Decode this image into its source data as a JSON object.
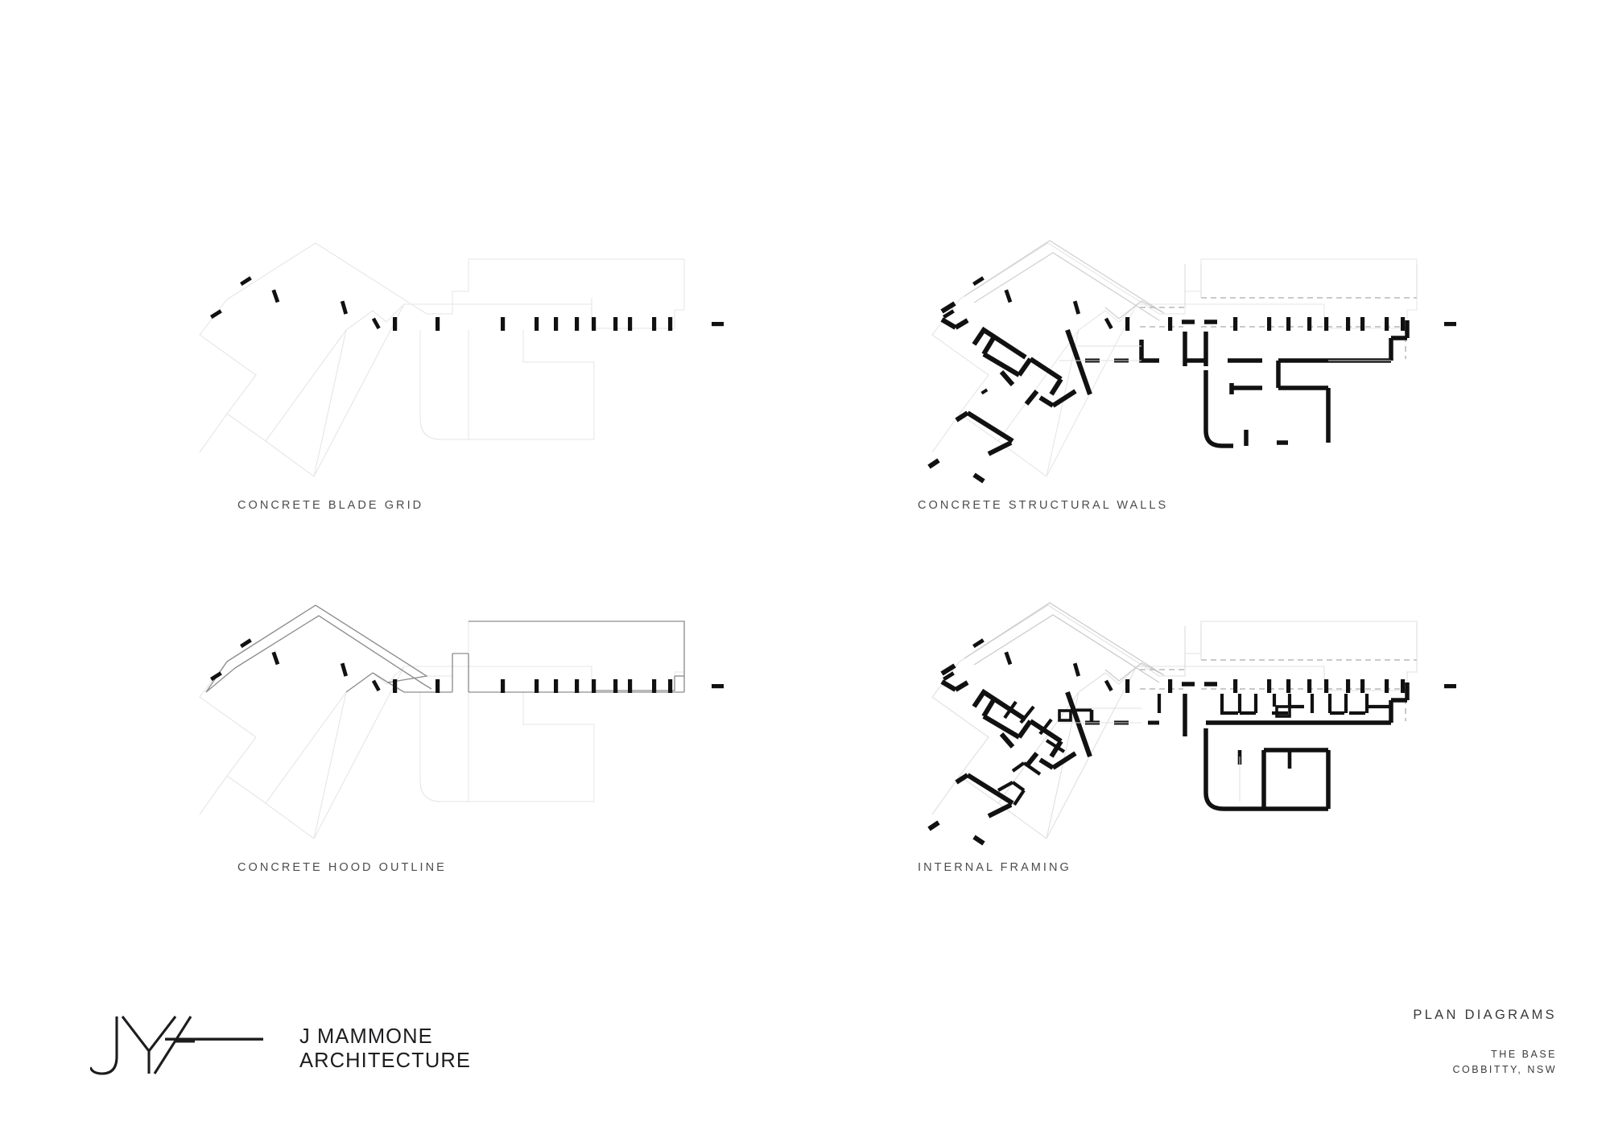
{
  "sheet": {
    "background_color": "#ffffff",
    "title": "PLAN DIAGRAMS",
    "project_name": "THE BASE",
    "project_location": "COBBITTY, NSW"
  },
  "logo": {
    "mark": "jma-monogram",
    "line1": "J MAMMONE",
    "line2": "ARCHITECTURE",
    "color": "#1d1d1f"
  },
  "colors": {
    "solid_wall": "#111111",
    "outline_light": "#e3e3e3",
    "outline_mid": "#9a9a9a",
    "outline_dark": "#6d6d6d",
    "dashed_grey": "#bcbcbc",
    "caption_text": "#4c4c4e",
    "title_text": "#39393b"
  },
  "diagrams": [
    {
      "id": "concrete-blade-grid",
      "caption": "CONCRETE BLADE GRID",
      "position": "top-left",
      "layers": [
        "building-footprint-outline",
        "concrete-blades"
      ],
      "blade_count": 20,
      "description": "Faint building footprint outline with an array of short solid concrete blade walls set along the north facade."
    },
    {
      "id": "concrete-structural-walls",
      "caption": "CONCRETE STRUCTURAL WALLS",
      "position": "top-right",
      "layers": [
        "building-footprint-outline",
        "dashed-roof-line",
        "concrete-blades",
        "structural-walls"
      ],
      "blade_count": 20,
      "description": "Footprint plus heavy solid concrete structural walls forming the angled west wing and the eastern service core."
    },
    {
      "id": "concrete-hood-outline",
      "caption": "CONCRETE HOOD OUTLINE",
      "position": "bottom-left",
      "layers": [
        "building-footprint-outline",
        "hood-band-outline",
        "concrete-blades"
      ],
      "blade_count": 20,
      "description": "Footprint with a continuous concrete hood band traced around the north and west roof edge."
    },
    {
      "id": "internal-framing",
      "caption": "INTERNAL FRAMING",
      "position": "bottom-right",
      "layers": [
        "building-footprint-outline",
        "dashed-roof-line",
        "concrete-blades",
        "structural-walls",
        "internal-partitions"
      ],
      "blade_count": 20,
      "description": "Complete plan showing structural walls plus internal framed partition walls subdividing the rooms."
    }
  ]
}
